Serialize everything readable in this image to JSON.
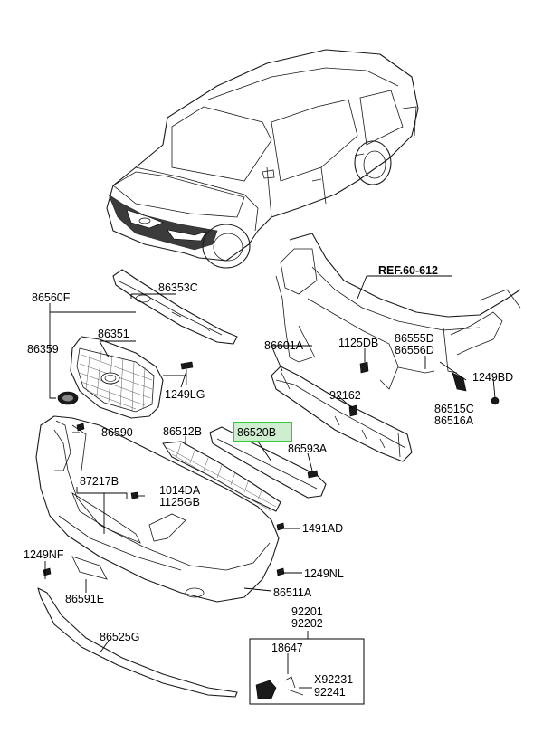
{
  "labels": {
    "ref": "REF.60-612",
    "p86560F": "86560F",
    "p86353C": "86353C",
    "p86351": "86351",
    "p86359": "86359",
    "p1249LG": "1249LG",
    "p86601A": "86601A",
    "p1125DB": "1125DB",
    "p86555D": "86555D",
    "p86556D": "86556D",
    "p1249BD": "1249BD",
    "p92162": "92162",
    "p86515C": "86515C",
    "p86516A": "86516A",
    "p86512B": "86512B",
    "p86520B": "86520B",
    "p86593A": "86593A",
    "p86590": "86590",
    "p87217B": "87217B",
    "p1014DA": "1014DA",
    "p1125GB": "1125GB",
    "p1491AD": "1491AD",
    "p1249NF": "1249NF",
    "p1249NL": "1249NL",
    "p86591E": "86591E",
    "p86511A": "86511A",
    "p86525G": "86525G",
    "p92201": "92201",
    "p92202": "92202",
    "p18647": "18647",
    "pX92231": "X92231",
    "p92241": "92241"
  },
  "highlight": {
    "part": "86520B",
    "color": "#33cc33",
    "fill": "#cfeecf"
  }
}
